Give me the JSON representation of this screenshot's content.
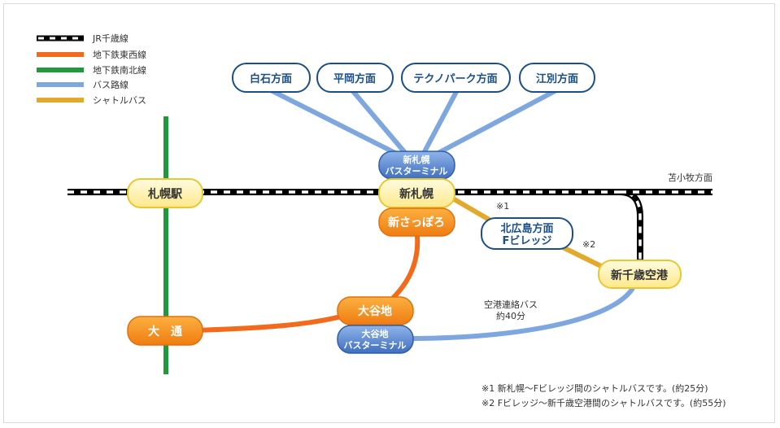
{
  "legend": [
    {
      "label": "JR千歳線",
      "style": "jr"
    },
    {
      "label": "地下鉄東西線",
      "color": "#f26a1b"
    },
    {
      "label": "地下鉄南北線",
      "color": "#1e9a3a"
    },
    {
      "label": "バス路線",
      "color": "#7ea6df"
    },
    {
      "label": "シャトルバス",
      "color": "#e3a92c"
    }
  ],
  "destinations": {
    "shiroishi": "白石方面",
    "hiraoka": "平岡方面",
    "technopark": "テクノパーク方面",
    "ebetsu": "江別方面"
  },
  "stations": {
    "sapporo": "札幌駅",
    "shin_sapporo": "新札幌",
    "shin_sapporo_bus_terminal": {
      "line1": "新札幌",
      "line2": "バスターミナル"
    },
    "shin_sapporo_subway": "新さっぽろ",
    "odori": "大　通",
    "oyachi": "大谷地",
    "oyachi_bus_terminal": {
      "line1": "大谷地",
      "line2": "バスターミナル"
    },
    "kitahiroshima": {
      "line1": "北広島方面",
      "line2": "Fビレッジ"
    },
    "new_chitose_airport": "新千歳空港"
  },
  "labels": {
    "tomakomai": "苫小牧方面",
    "mark1": "※1",
    "mark2": "※2",
    "airport_bus_line1": "空港連絡バス",
    "airport_bus_line2": "約40分"
  },
  "notes": [
    "※1 新札幌～Fビレッジ間のシャトルバスです。(約25分)",
    "※2 Fビレッジ～新千歳空港間のシャトルバスです。(約55分)"
  ],
  "colors": {
    "jr": "#000000",
    "tozai": "#f26a1b",
    "namboku": "#1e9a3a",
    "bus": "#7ea6df",
    "shuttle": "#e3a92c",
    "destination_border": "#1a4f8a",
    "station_yellow": "#fff7b0",
    "station_orange": "#f7941d",
    "station_blue": "#4a7fcf"
  }
}
